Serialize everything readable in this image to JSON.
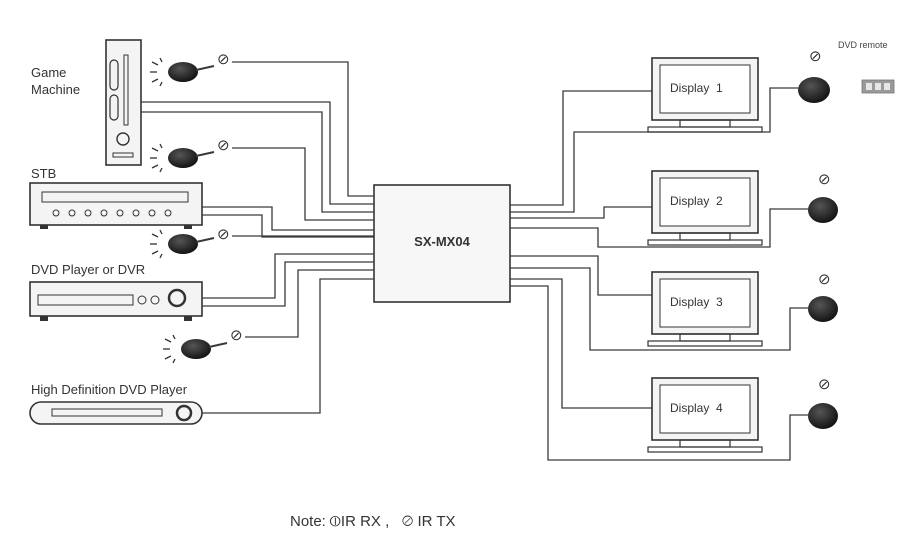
{
  "hub": {
    "label": "SX-MX04"
  },
  "sources": [
    {
      "label_line1": "Game",
      "label_line2": "Machine"
    },
    {
      "label_line1": "STB",
      "label_line2": ""
    },
    {
      "label_line1": "DVD Player or DVR",
      "label_line2": ""
    },
    {
      "label_line1": "High Definition DVD Player",
      "label_line2": ""
    }
  ],
  "displays": [
    {
      "label": "Display",
      "number": "1"
    },
    {
      "label": "Display",
      "number": "2"
    },
    {
      "label": "Display",
      "number": "3"
    },
    {
      "label": "Display",
      "number": "4"
    }
  ],
  "remote": {
    "label": "DVD remote"
  },
  "note": {
    "prefix": "Note:",
    "rx": "IR RX ,",
    "tx": "IR TX"
  },
  "ir_tx_mark": "⊘",
  "ir_rx_mark": "⦶",
  "colors": {
    "line": "#3a3a3a",
    "device_fill": "#f4f4f4",
    "emitter": "#1a1a1a"
  }
}
